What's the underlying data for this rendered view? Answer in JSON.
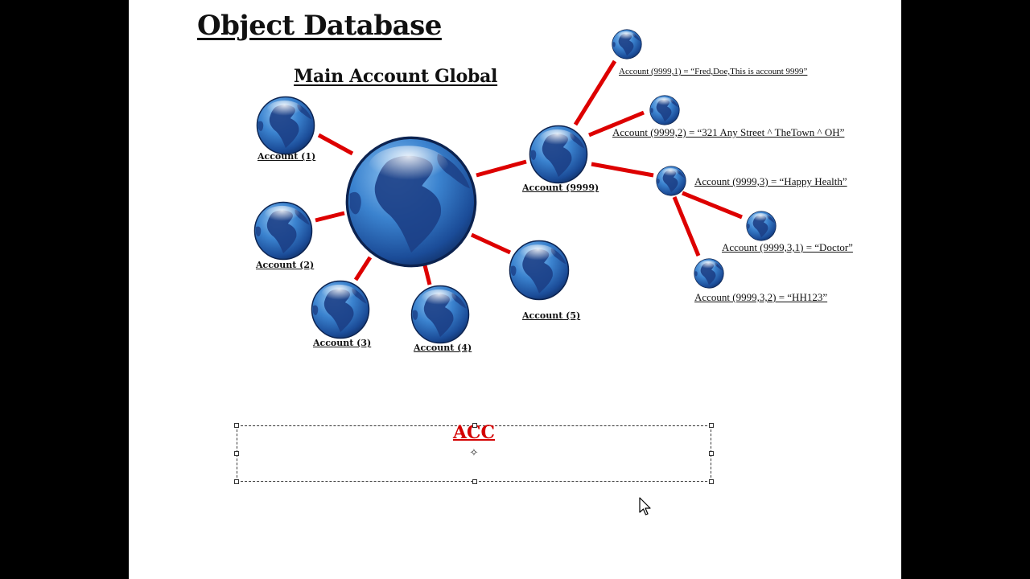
{
  "slide": {
    "title": "Object Database",
    "subtitle": "Main Account Global"
  },
  "labels": {
    "account_1": "Account (1)",
    "account_2": "Account (2)",
    "account_3": "Account (3)",
    "account_4": "Account (4)",
    "account_5": "Account (5)",
    "account_9999": "Account (9999)",
    "node_9999_1": "Account (9999,1) = “Fred,Doe,This is account 9999”",
    "node_9999_2": "Account (9999,2) = “321 Any Street ^ TheTown ^ OH”",
    "node_9999_3": "Account (9999,3) = “Happy Health”",
    "node_9999_3_1": "Account (9999,3,1) = “Doctor”",
    "node_9999_3_2": "Account (9999,3,2) = “HH123”"
  },
  "textbox": {
    "text": "ACC"
  },
  "icons": {
    "globe": "globe-icon",
    "move_cursor": "move-cursor-icon",
    "pointer": "arrow-pointer-icon"
  },
  "colors": {
    "connector": "#dd0000",
    "accent_text": "#d40000",
    "globe_ocean": "#2a6fc0",
    "globe_land": "#1c3f86",
    "background": "#000000",
    "slide": "#ffffff"
  }
}
